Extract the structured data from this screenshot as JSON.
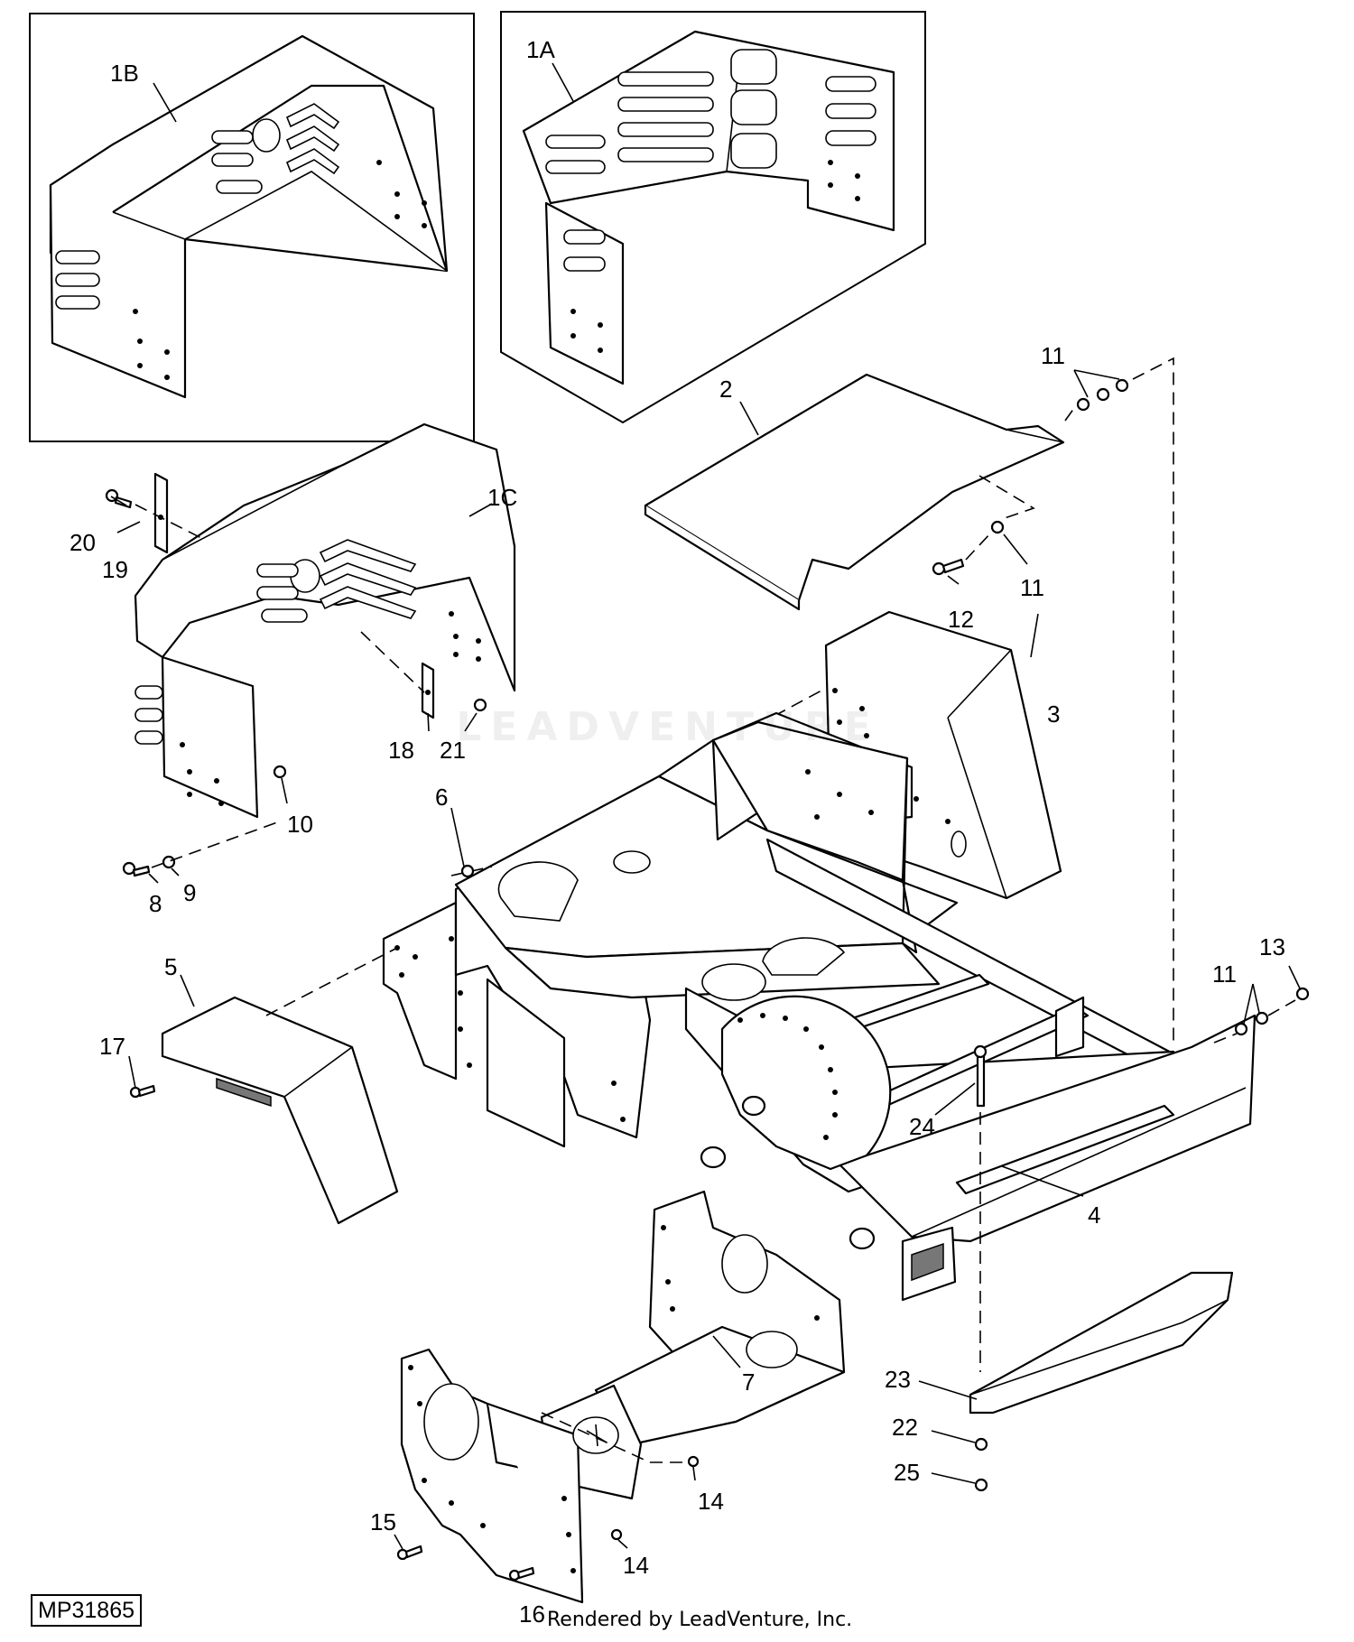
{
  "diagram_code": "MP31865",
  "render_credit": "Rendered by LeadVenture, Inc.",
  "watermark_text": "LEADVENTURE",
  "callouts": {
    "c1B": "1B",
    "c1A": "1A",
    "c1C": "1C",
    "c2": "2",
    "c3": "3",
    "c4": "4",
    "c5": "5",
    "c6": "6",
    "c7": "7",
    "c8": "8",
    "c9": "9",
    "c10": "10",
    "c11a": "11",
    "c11b": "11",
    "c11c": "11",
    "c12": "12",
    "c13": "13",
    "c14a": "14",
    "c14b": "14",
    "c15": "15",
    "c16": "16",
    "c17": "17",
    "c18": "18",
    "c19": "19",
    "c20": "20",
    "c21": "21",
    "c22": "22",
    "c23": "23",
    "c24": "24",
    "c25": "25"
  }
}
